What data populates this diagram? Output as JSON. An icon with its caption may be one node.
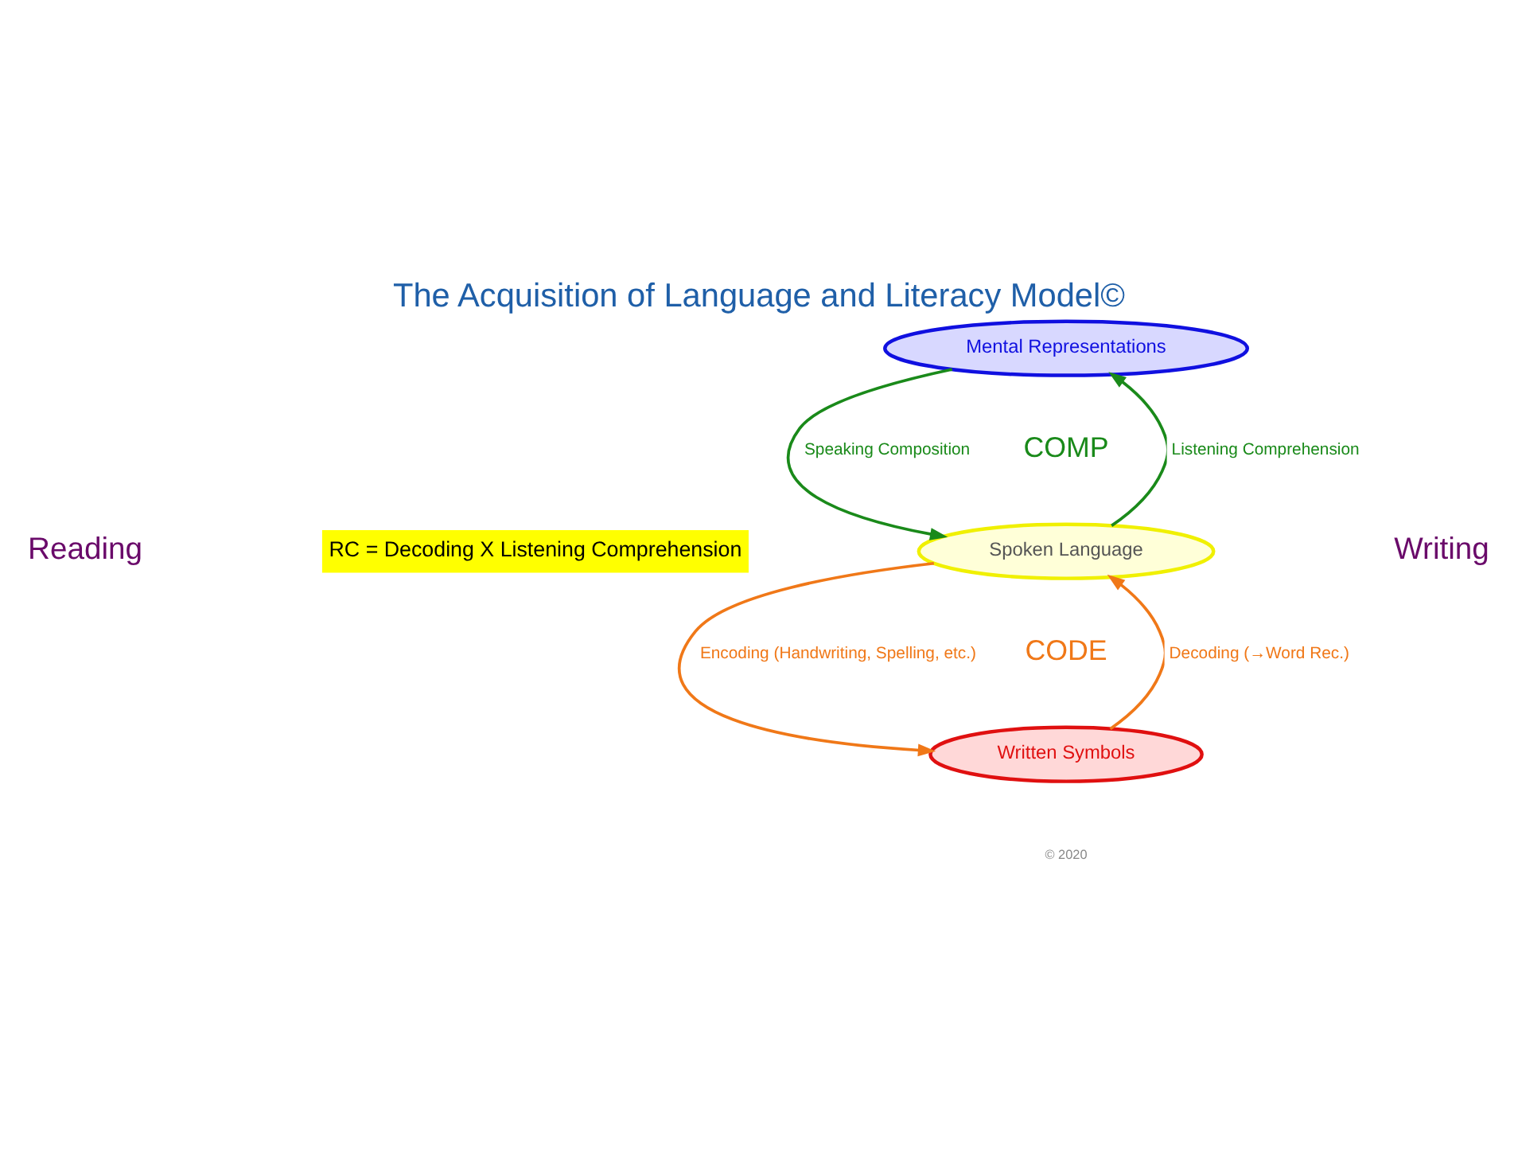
{
  "diagram": {
    "title": "The Acquisition of Language and Literacy Model©",
    "nodes": [
      {
        "text": [
          "Mental Representations"
        ]
      },
      {
        "text": [
          "Spoken Language"
        ]
      },
      {
        "text": [
          "Written Symbols"
        ]
      }
    ],
    "edges": [
      {
        "from": 1,
        "to": 0,
        "arrow": "to",
        "label": "Listening Comprehension",
        "color": "#1a8a1a"
      },
      {
        "from": 0,
        "to": 1,
        "arrow": "to",
        "label": "Speaking Composition",
        "color": "#1a8a1a"
      },
      {
        "from": 2,
        "to": 1,
        "arrow": "to",
        "label": "Decoding (→Word Rec.)",
        "color": "#f07818"
      },
      {
        "from": 1,
        "to": 2,
        "arrow": "to",
        "label": "Encoding (Handwriting, Spelling, etc.)",
        "color": "#f07818"
      }
    ],
    "labels": [
      "COMP",
      "Reading",
      "RC = Decoding X Listening Comprehension",
      "Writing",
      "CODE",
      "© 2020"
    ]
  }
}
